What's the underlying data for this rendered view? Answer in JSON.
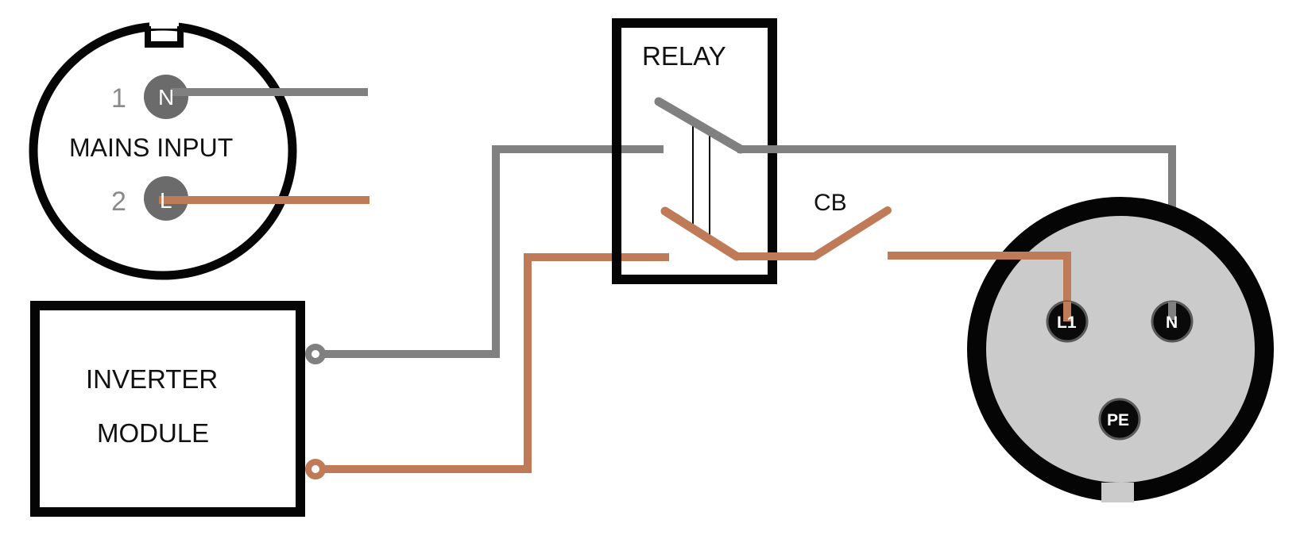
{
  "colors": {
    "neutral_wire": "#808080",
    "live_wire": "#bf7b58",
    "outline": "#050505",
    "pin_fill": "#6b6b6b",
    "pin_fill_dark": "#0a0a0a",
    "socket_face": "#cbcbcb",
    "background": "#ffffff"
  },
  "mains_input": {
    "label": "MAINS INPUT",
    "pins": [
      {
        "number": "1",
        "letter": "N",
        "wire": "neutral"
      },
      {
        "number": "2",
        "letter": "L",
        "wire": "live"
      }
    ]
  },
  "inverter": {
    "line1": "INVERTER",
    "line2": "MODULE"
  },
  "relay": {
    "label": "RELAY"
  },
  "breaker": {
    "label": "CB"
  },
  "output_socket": {
    "pins": [
      {
        "label": "L1",
        "wire": "live"
      },
      {
        "label": "N",
        "wire": "neutral"
      },
      {
        "label": "PE",
        "wire": "none"
      }
    ]
  }
}
